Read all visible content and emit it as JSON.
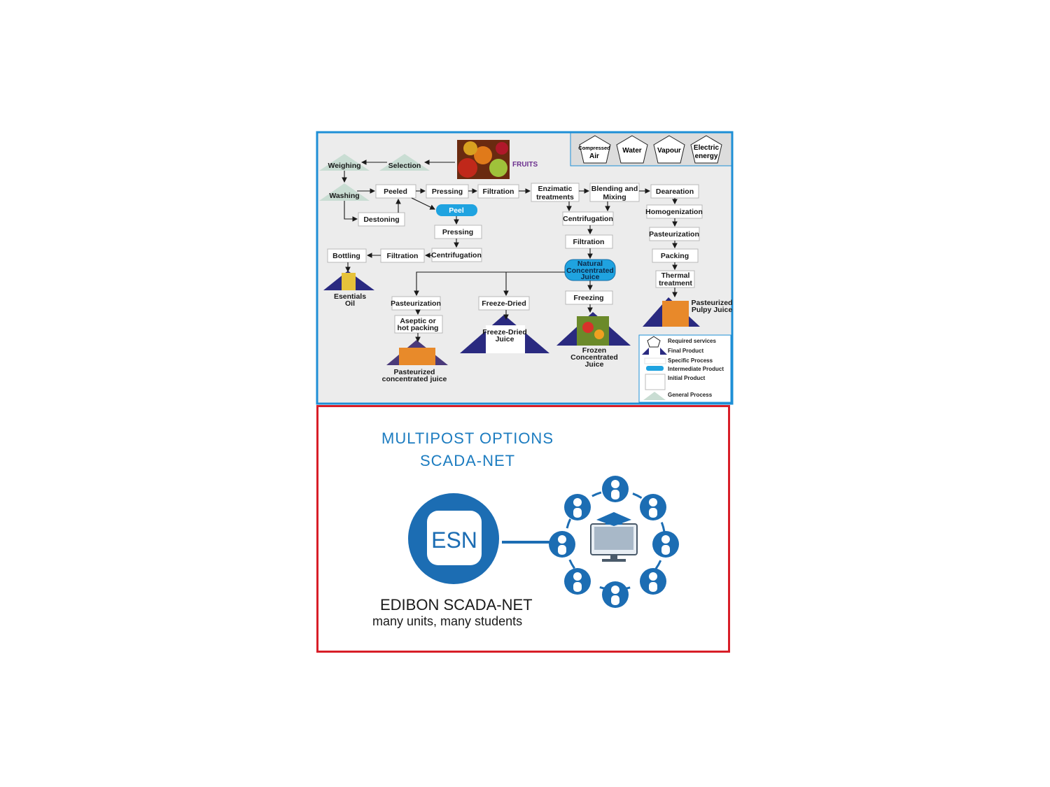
{
  "process": {
    "fruits": "FRUITS",
    "selection": "Selection",
    "weighing": "Weighing",
    "washing": "Washing",
    "peeled": "Peeled",
    "pressing_1": "Pressing",
    "filtration_1": "Filtration",
    "enzimatic_1": "Enzimatic",
    "enzimatic_2": "treatments",
    "blending_1": "Blending and",
    "blending_2": "Mixing",
    "deareation": "Deareation",
    "destoning": "Destoning",
    "peel": "Peel",
    "centrifugation_1": "Centrifugation",
    "homogenization": "Homogenization",
    "pressing_2": "Pressing",
    "filtration_2": "Filtration",
    "pasteurization_1": "Pasteurization",
    "bottling": "Bottling",
    "filtration_3": "Filtration",
    "centrifugation_2": "Centrifugation",
    "ncj_1": "Natural",
    "ncj_2": "Concentrated",
    "ncj_3": "Juice",
    "packing": "Packing",
    "thermal_1": "Thermal",
    "thermal_2": "treatment",
    "esentials_1": "Esentials",
    "esentials_2": "Oil",
    "pasteurization_2": "Pasteurization",
    "freeze_dried": "Freeze-Dried",
    "freezing": "Freezing",
    "ppj_1": "Pasteurized",
    "ppj_2": "Pulpy Juice",
    "aseptic_1": "Aseptic or",
    "aseptic_2": "hot packing",
    "fdj_1": "Freeze-Dried",
    "fdj_2": "Juice",
    "fcj_1": "Frozen",
    "fcj_2": "Concentrated",
    "fcj_3": "Juice",
    "pcj_1": "Pasteurized",
    "pcj_2": "concentrated juice"
  },
  "services": {
    "compressed_air_1": "Compressed",
    "compressed_air_2": "Air",
    "water": "Water",
    "vapour": "Vapour",
    "electric_1": "Electric",
    "electric_2": "energy"
  },
  "legend": {
    "required": "Required services",
    "final": "Final Product",
    "specific": "Specific Process",
    "intermediate": "Intermediate Product",
    "initial": "Initial Product",
    "general": "General Process"
  },
  "scada": {
    "title_1": "MULTIPOST OPTIONS",
    "title_2": "SCADA-NET",
    "logo": "ESN",
    "brand": "EDIBON SCADA-NET",
    "tagline": "many units, many students"
  },
  "colors": {
    "top_border": "#1e8fd6",
    "bottom_border": "#d81e28",
    "scada_blue": "#1c6db3",
    "intermediate": "#1fa3e0",
    "final_triangle": "#2a2a80"
  }
}
